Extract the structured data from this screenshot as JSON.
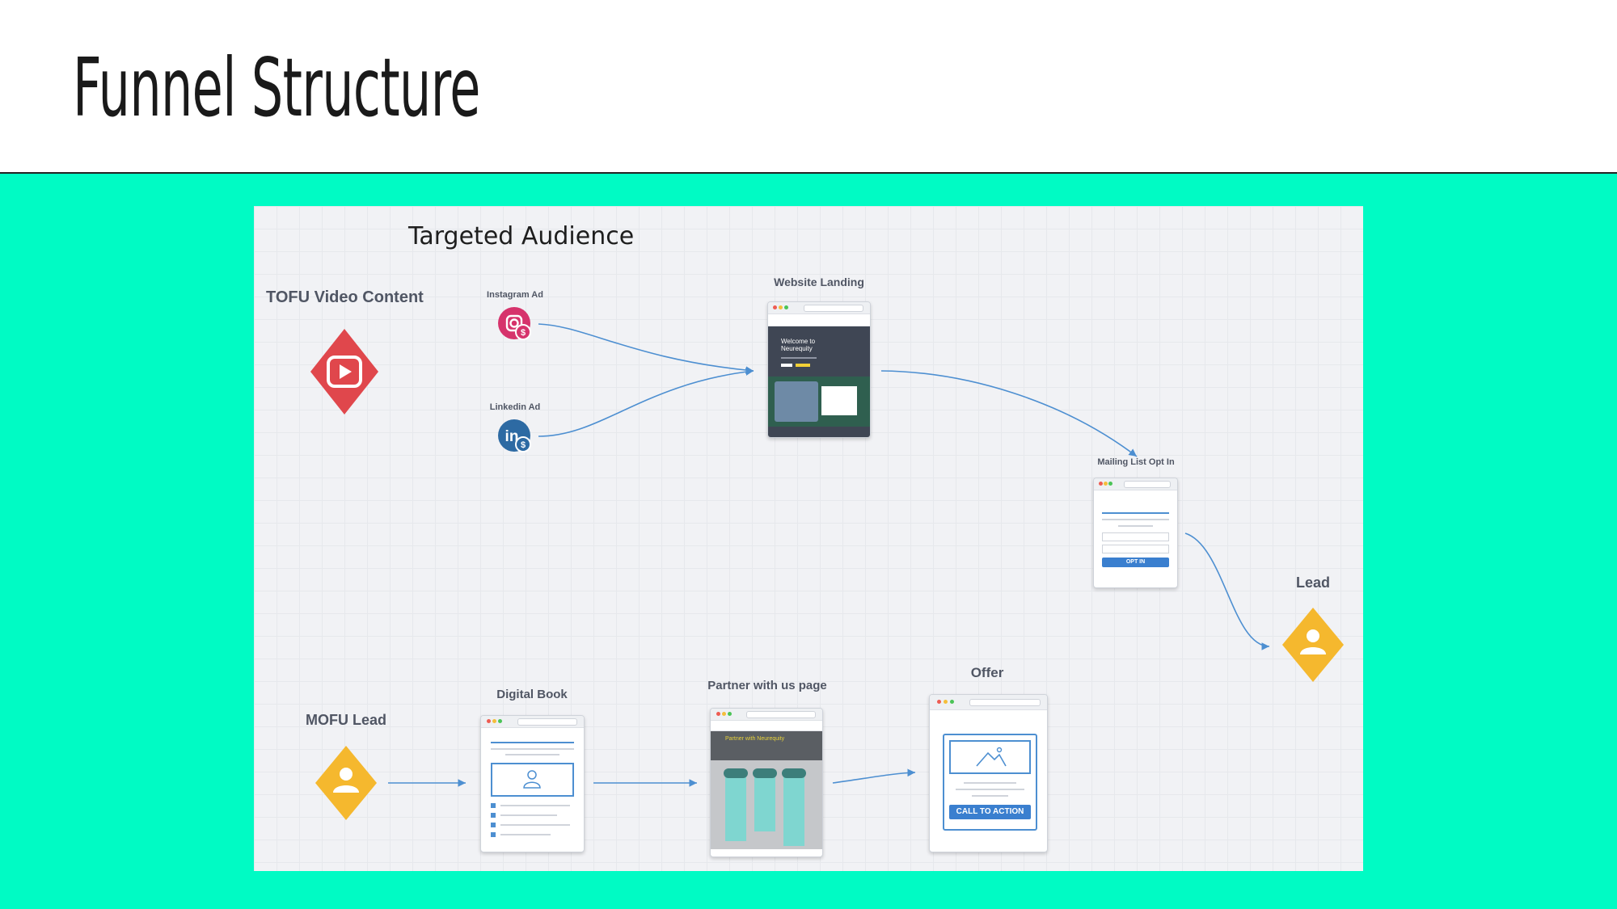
{
  "slide": {
    "title": "Funnel Structure"
  },
  "diagram": {
    "heading": "Targeted Audience",
    "tofu_label": "TOFU Video Content",
    "instagram_label": "Instagram Ad",
    "linkedin_label": "Linkedin Ad",
    "website_label": "Website Landing",
    "website_hero_text": "Welcome to Neurequity",
    "mailing_label": "Mailing List Opt In",
    "optin_button": "OPT IN",
    "lead_label": "Lead",
    "mofu_label": "MOFU Lead",
    "book_label": "Digital Book",
    "partner_label": "Partner with us page",
    "partner_banner": "Partner with Neurequity",
    "offer_label": "Offer",
    "cta_button": "CALL TO ACTION"
  },
  "colors": {
    "band": "#00fbc4",
    "tofu_red": "#e0474c",
    "lead_yellow": "#f5b82e",
    "instagram": "#d6336c",
    "linkedin": "#2d6aa3",
    "connector": "#4d8fd1"
  }
}
